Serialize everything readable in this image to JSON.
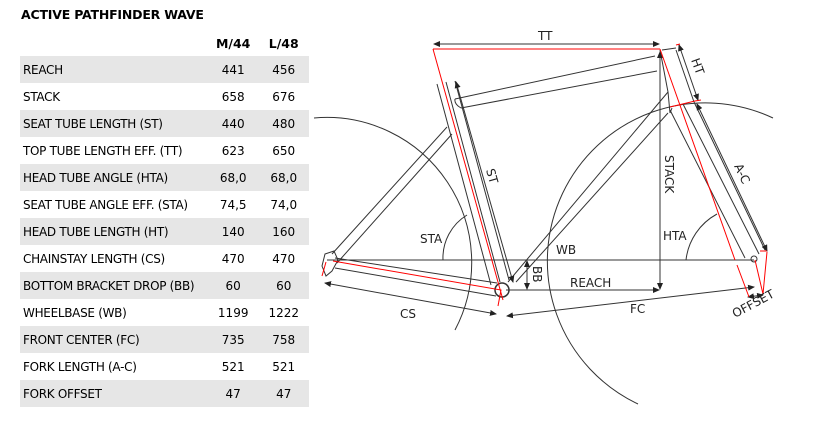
{
  "title": "ACTIVE PATHFINDER WAVE",
  "columns": [
    "M/44",
    "L/48"
  ],
  "rows": [
    {
      "label": "REACH",
      "values": [
        "441",
        "456"
      ]
    },
    {
      "label": "STACK",
      "values": [
        "658",
        "676"
      ]
    },
    {
      "label": "SEAT TUBE LENGTH (ST)",
      "values": [
        "440",
        "480"
      ]
    },
    {
      "label": "TOP TUBE LENGTH EFF. (TT)",
      "values": [
        "623",
        "650"
      ]
    },
    {
      "label": "HEAD TUBE ANGLE (HTA)",
      "values": [
        "68,0",
        "68,0"
      ]
    },
    {
      "label": "SEAT TUBE ANGLE EFF. (STA)",
      "values": [
        "74,5",
        "74,0"
      ]
    },
    {
      "label": "HEAD TUBE LENGTH (HT)",
      "values": [
        "140",
        "160"
      ]
    },
    {
      "label": "CHAINSTAY LENGTH (CS)",
      "values": [
        "470",
        "470"
      ]
    },
    {
      "label": "BOTTOM BRACKET DROP (BB)",
      "values": [
        "60",
        "60"
      ]
    },
    {
      "label": "WHEELBASE (WB)",
      "values": [
        "1199",
        "1222"
      ]
    },
    {
      "label": "FRONT CENTER (FC)",
      "values": [
        "735",
        "758"
      ]
    },
    {
      "label": "FORK LENGTH (A-C)",
      "values": [
        "521",
        "521"
      ]
    },
    {
      "label": "FORK OFFSET",
      "values": [
        "47",
        "47"
      ]
    }
  ],
  "diagram": {
    "tt": "TT",
    "ht": "HT",
    "st": "ST",
    "stack": "STACK",
    "ac": "A-C",
    "sta": "STA",
    "hta": "HTA",
    "wb": "WB",
    "bb": "BB",
    "reach": "REACH",
    "cs": "CS",
    "fc": "FC",
    "offset": "OFFSET",
    "accent": "#ff0000"
  }
}
